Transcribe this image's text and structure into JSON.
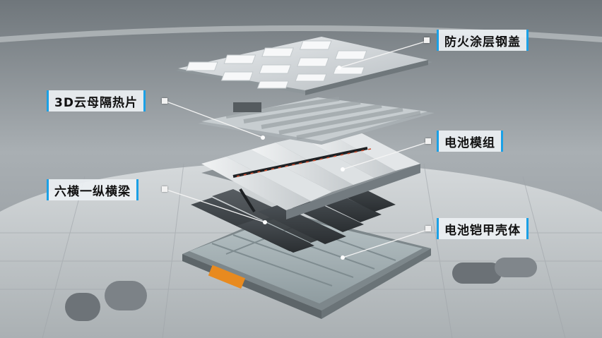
{
  "labels": {
    "steel_cover": "防火涂层钢盖",
    "mica_sheet": "3D云母隔热片",
    "battery_module": "电池模组",
    "cross_beams": "六横一纵横梁",
    "armor_shell": "电池铠甲壳体"
  },
  "colors": {
    "accent": "#1aa0e6",
    "orange_connector": "#e88a1f"
  }
}
